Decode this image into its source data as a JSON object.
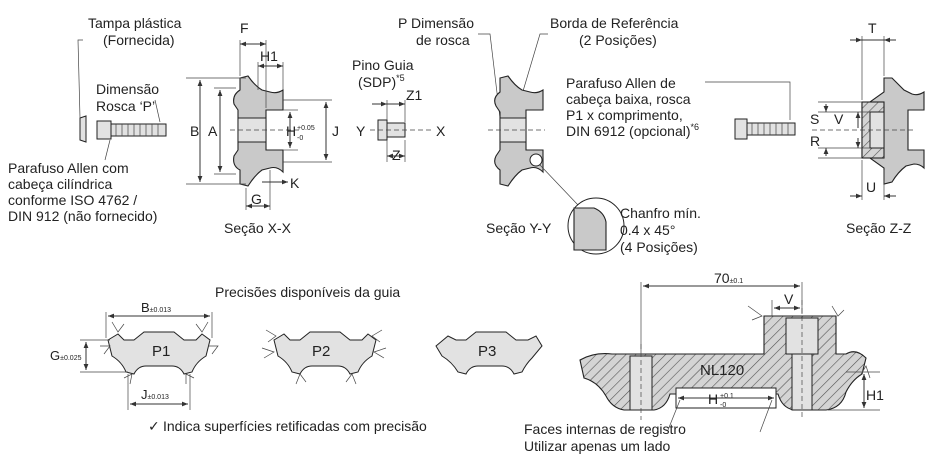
{
  "labels": {
    "tampa": "Tampa plástica",
    "fornecida": "(Fornecida)",
    "dimensao": "Dimensão",
    "rosca_p": "Rosca ‘P’",
    "parafuso_1": "Parafuso Allen com",
    "parafuso_2": "cabeça cilíndrica",
    "parafuso_3": "conforme ISO 4762 /",
    "parafuso_4": "DIN 912 (não fornecido)",
    "pino_1": "Pino Guia",
    "pino_2": "(SDP)",
    "pino_sup": "*5",
    "p_dim_1": "P Dimensão",
    "p_dim_2": "de rosca",
    "borda_1": "Borda de Referência",
    "borda_2": "(2 Posições)",
    "allen_1": "Parafuso Allen de",
    "allen_2": "cabeça baixa, rosca",
    "allen_3": "P1 x comprimento,",
    "allen_4": "DIN 6912 (opcional)",
    "allen_sup": "*6",
    "chanfro_1": "Chanfro mín.",
    "chanfro_2": "0.4 x 45°",
    "chanfro_3": "(4 Posições)",
    "secao_xx": "Seção X-X",
    "secao_yy": "Seção Y-Y",
    "secao_zz": "Seção Z-Z",
    "precisoes": "Precisões disponíveis da guia",
    "indica": "Indica superfícies retificadas com precisão",
    "faces_1": "Faces internas de registro",
    "faces_2": "Utilizar apenas um lado"
  },
  "dims": {
    "F": "F",
    "H1": "H1",
    "B": "B",
    "A": "A",
    "H": "H",
    "J": "J",
    "K": "K",
    "G": "G",
    "Z1": "Z1",
    "Y": "Y",
    "X": "X",
    "Z": "Z",
    "T": "T",
    "S": "S",
    "V": "V",
    "R": "R",
    "U": "U",
    "tol_plus_005": "+0.05",
    "tol_zero": "-0",
    "tol_plus_01": "+0.1",
    "B_tol": "B",
    "B_tol_val": "±0.013",
    "G_tol": "G",
    "G_tol_val": "±0.025",
    "J_tol": "J",
    "J_tol_val": "±0.013",
    "dim_70": "70",
    "dim_70_tol": "±0.1",
    "V2": "V",
    "H1b": "H1",
    "Hb": "H"
  },
  "profiles": {
    "p1": "P1",
    "p2": "P2",
    "p3": "P3",
    "nl": "NL120"
  }
}
